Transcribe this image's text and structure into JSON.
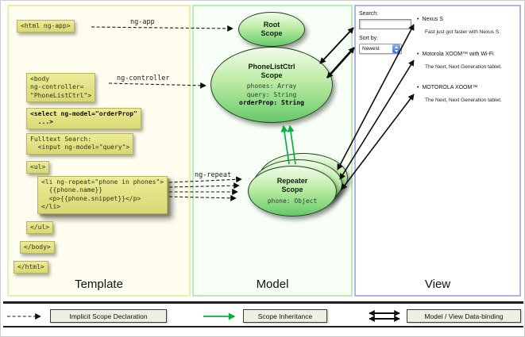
{
  "panels": {
    "template": {
      "label": "Template",
      "code_boxes": [
        {
          "text": "<html ng-app>"
        },
        {
          "text": "<body\nng-controller=\n\"PhoneListCtrl\">"
        },
        {
          "text": "<select ng-model=\"orderProp\"\n  ...>"
        },
        {
          "text": "Fulltext Search:\n  <input ng-model=\"query\">"
        },
        {
          "text": "<ul>"
        },
        {
          "text": "<li ng-repeat=\"phone in phones\">\n  {{phone.name}}\n  <p>{{phone.snippet}}</p>\n</li>"
        },
        {
          "text": "</ul>"
        },
        {
          "text": "</body>"
        },
        {
          "text": "</html>"
        }
      ]
    },
    "model": {
      "label": "Model",
      "root_scope": {
        "title": "Root\nScope"
      },
      "phonelist_scope": {
        "title": "PhoneListCtrl\nScope",
        "props": "phones: Array\nquery: String",
        "bold_prop": "orderProp: String"
      },
      "repeater_scope": {
        "title": "Repeater\nScope",
        "props": "phone: Object"
      }
    },
    "view": {
      "label": "View",
      "search_label": "Search:",
      "sort_label": "Sort by:",
      "sort_value": "Newest",
      "bullet": "•",
      "items": [
        {
          "name": "Nexus S",
          "snippet": "Fast just got faster with Nexus S."
        },
        {
          "name": "Motorola XOOM™ with Wi-Fi",
          "snippet": "The Next, Next Generation tablet."
        },
        {
          "name": "MOTOROLA XOOM™",
          "snippet": "The Next, Next Generation tablet."
        }
      ]
    }
  },
  "arrows": {
    "ng_app_label": "ng-app",
    "ng_controller_label": "ng-controller",
    "ng_repeat_label": "ng-repeat"
  },
  "legend": {
    "implicit": "Implicit Scope Declaration",
    "inheritance": "Scope Inheritance",
    "databinding": "Model / View Data-binding"
  },
  "colors": {
    "scope_green": "#85d77f",
    "inheritance_green": "#00b33c",
    "code_box_yellow": "#e2e285",
    "template_border": "#efeca9",
    "model_border": "#b7eeb4",
    "view_border": "#b3b3e2"
  }
}
